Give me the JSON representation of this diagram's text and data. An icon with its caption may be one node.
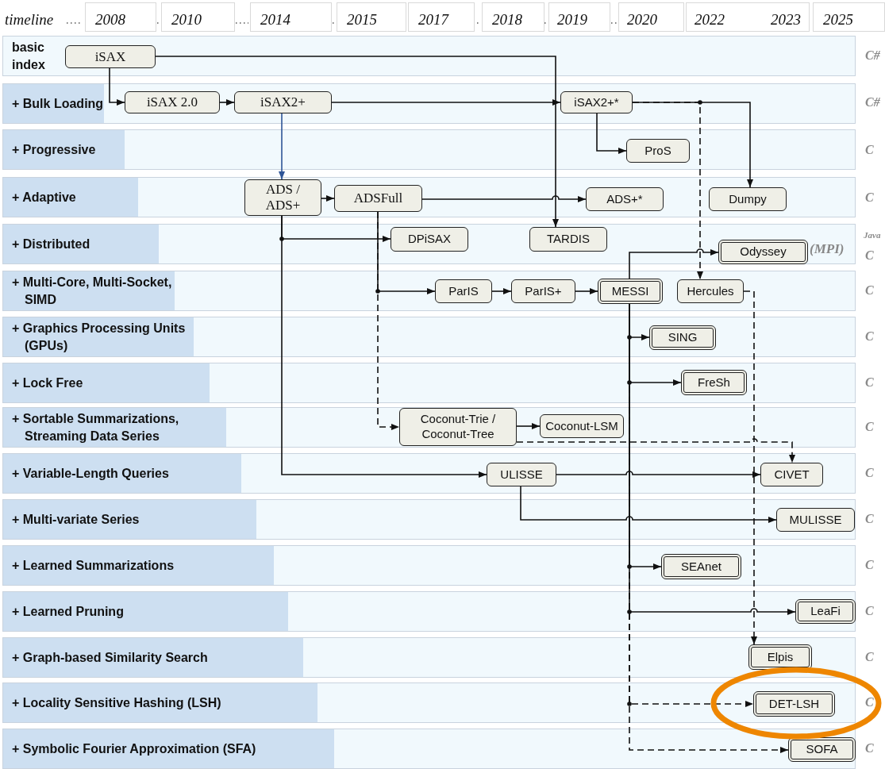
{
  "diagram": {
    "nodes": [
      {
        "text": [
          "basic index"
        ]
      },
      {
        "text": [
          "+ Bulk Loading"
        ]
      },
      {
        "text": [
          "+ Progressive"
        ]
      },
      {
        "text": [
          "+ Adaptive"
        ]
      },
      {
        "text": [
          "+ Distributed"
        ]
      },
      {
        "text": [
          "+ Multi-Core, Multi-Socket, SIMD"
        ]
      },
      {
        "text": [
          "+ Graphics Processing Units (GPUs)"
        ]
      },
      {
        "text": [
          "+ Lock Free"
        ]
      },
      {
        "text": [
          "+ Sortable Summarizations, Streaming Data Series"
        ]
      },
      {
        "text": [
          "+ Variable-Length Queries"
        ]
      },
      {
        "text": [
          "+ Multi-variate Series"
        ]
      },
      {
        "text": [
          "+ Learned Summarizations"
        ]
      },
      {
        "text": [
          "+ Learned Pruning"
        ]
      },
      {
        "text": [
          "+ Graph-based Similarity Search"
        ]
      },
      {
        "text": [
          "+ Locality Sensitive Hashing (LSH)"
        ]
      },
      {
        "text": [
          "+ Symbolic Fourier Approximation (SFA)"
        ]
      },
      {
        "text": [
          "iSAX"
        ],
        "in": 0
      },
      {
        "text": [
          "iSAX 2.0"
        ],
        "in": 1
      },
      {
        "text": [
          "iSAX2+"
        ],
        "in": 1
      },
      {
        "text": [
          "iSAX2+*"
        ],
        "in": 1
      },
      {
        "text": [
          "ProS"
        ],
        "in": 2
      },
      {
        "text": [
          "ADS / ADS+"
        ],
        "in": 3
      },
      {
        "text": [
          "ADSFull"
        ],
        "in": 3
      },
      {
        "text": [
          "ADS+*"
        ],
        "in": 3
      },
      {
        "text": [
          "Dumpy"
        ],
        "in": 3
      },
      {
        "text": [
          "DPiSAX"
        ],
        "in": 4
      },
      {
        "text": [
          "TARDIS"
        ],
        "in": 4
      },
      {
        "text": [
          "Odyssey"
        ],
        "in": 4,
        "beside": [
          "(MPI)"
        ]
      },
      {
        "text": [
          "ParIS"
        ],
        "in": 5
      },
      {
        "text": [
          "ParIS+"
        ],
        "in": 5
      },
      {
        "text": [
          "MESSI"
        ],
        "in": 5
      },
      {
        "text": [
          "Hercules"
        ],
        "in": 5
      },
      {
        "text": [
          "SING"
        ],
        "in": 6
      },
      {
        "text": [
          "FreSh"
        ],
        "in": 7
      },
      {
        "text": [
          "Coconut-Trie / Coconut-Tree"
        ],
        "in": 8
      },
      {
        "text": [
          "Coconut-LSM"
        ],
        "in": 8
      },
      {
        "text": [
          "ULISSE"
        ],
        "in": 9
      },
      {
        "text": [
          "CIVET"
        ],
        "in": 9
      },
      {
        "text": [
          "MULISSE"
        ],
        "in": 10
      },
      {
        "text": [
          "SEAnet"
        ],
        "in": 11
      },
      {
        "text": [
          "LeaFi"
        ],
        "in": 12
      },
      {
        "text": [
          "Elpis"
        ],
        "in": 13
      },
      {
        "text": [
          "DET-LSH"
        ],
        "in": 14
      },
      {
        "text": [
          "SOFA"
        ],
        "in": 15
      }
    ],
    "edges": [
      {
        "from": 16,
        "to": 17,
        "arrow": "to"
      },
      {
        "from": 17,
        "to": 18,
        "arrow": "to"
      },
      {
        "from": 16,
        "to": 26,
        "arrow": "to"
      },
      {
        "from": 18,
        "to": 19,
        "arrow": "to"
      },
      {
        "from": 18,
        "to": 21,
        "arrow": "to",
        "color": "#2f5597"
      },
      {
        "from": 19,
        "to": 20,
        "arrow": "to"
      },
      {
        "from": 19,
        "to": 24,
        "arrow": "to"
      },
      {
        "from": 19,
        "to": 31,
        "arrow": "to",
        "style": "dashed"
      },
      {
        "from": 21,
        "to": 22,
        "arrow": "to"
      },
      {
        "from": 22,
        "to": 23,
        "arrow": "to"
      },
      {
        "from": 21,
        "to": 25,
        "arrow": "to"
      },
      {
        "from": 21,
        "to": 36,
        "arrow": "to"
      },
      {
        "from": 22,
        "to": 28,
        "arrow": "to"
      },
      {
        "from": 22,
        "to": 34,
        "arrow": "to",
        "style": "dashed"
      },
      {
        "from": 28,
        "to": 29,
        "arrow": "to"
      },
      {
        "from": 29,
        "to": 30,
        "arrow": "to"
      },
      {
        "from": 30,
        "to": 27,
        "arrow": "to"
      },
      {
        "from": 30,
        "to": 32,
        "arrow": "to"
      },
      {
        "from": 30,
        "to": 33,
        "arrow": "to"
      },
      {
        "from": 30,
        "to": 39,
        "arrow": "to"
      },
      {
        "from": 30,
        "to": 40,
        "arrow": "to"
      },
      {
        "from": 30,
        "to": 42,
        "arrow": "to",
        "style": "dashed"
      },
      {
        "from": 30,
        "to": 43,
        "arrow": "to",
        "style": "dashed"
      },
      {
        "from": 34,
        "to": 35,
        "arrow": "to"
      },
      {
        "from": 34,
        "to": 37,
        "arrow": "to",
        "style": "dashed"
      },
      {
        "from": 36,
        "to": 37,
        "arrow": "to"
      },
      {
        "from": 36,
        "to": 38,
        "arrow": "to"
      },
      {
        "from": 31,
        "to": 41,
        "arrow": "to",
        "style": "dashed"
      }
    ],
    "labels": [
      "timeline",
      "2008",
      "2010",
      "2014",
      "2015",
      "2017",
      "2018",
      "2019",
      "2020",
      "2022",
      "2023",
      "2025",
      "C#",
      "C#",
      "C",
      "C",
      "Java",
      "C",
      "C",
      "C",
      "C",
      "C",
      "C",
      "C",
      "C",
      "C",
      "C",
      "C",
      "C"
    ]
  }
}
